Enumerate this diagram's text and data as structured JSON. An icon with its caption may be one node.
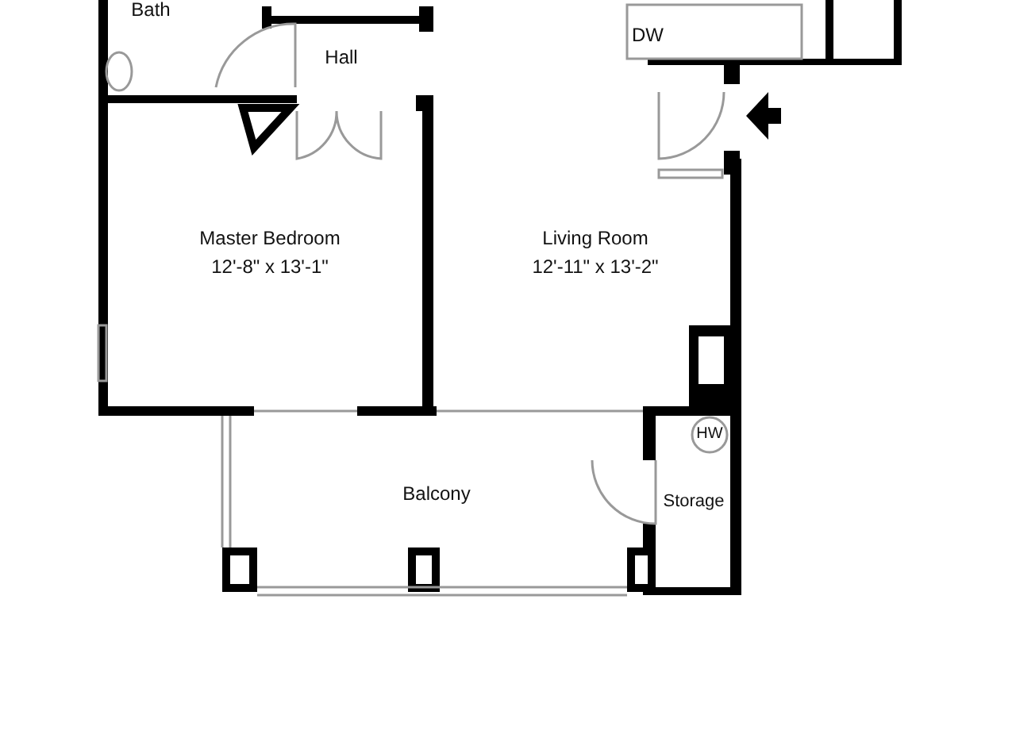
{
  "diagram": {
    "labels": [
      "Bath",
      "Hall",
      "DW",
      "Master Bedroom",
      "12'-8\" x 13'-1\"",
      "Living Room",
      "12'-11\" x 13'-2\"",
      "HW",
      "Balcony",
      "Storage"
    ]
  }
}
